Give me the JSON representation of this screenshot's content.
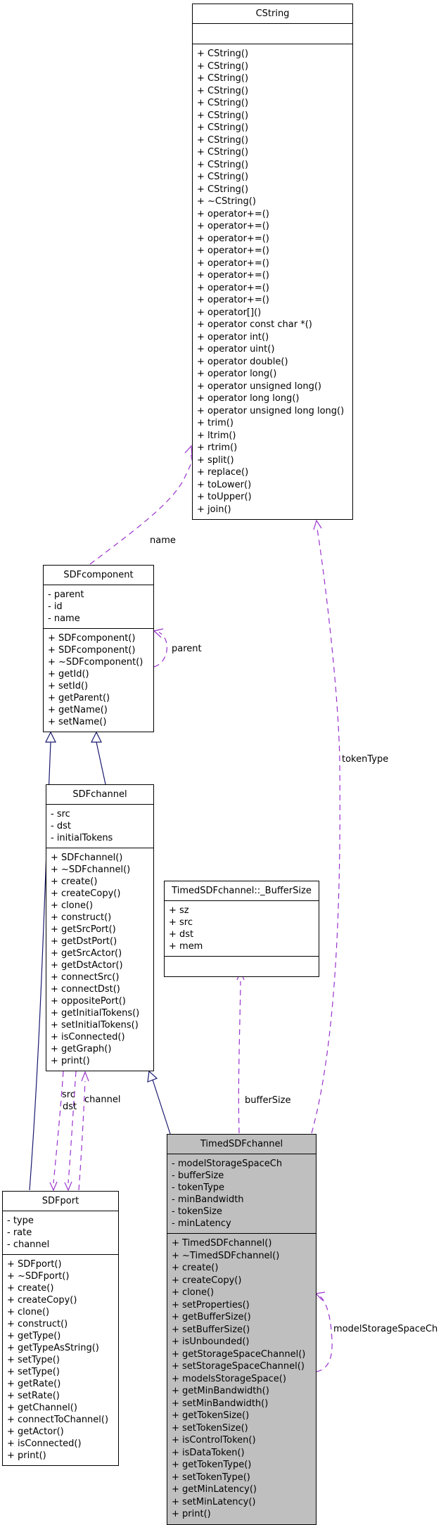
{
  "colors": {
    "usage_edge": "#9932CC",
    "inheritance_edge": "#191970",
    "highlight_node_fill": "#BFBFBF",
    "node_fill": "#FFFFFF",
    "node_border": "#000000"
  },
  "classes": {
    "cstring": {
      "name": "CString",
      "attributes": [],
      "methods": [
        "+ CString()",
        "+ CString()",
        "+ CString()",
        "+ CString()",
        "+ CString()",
        "+ CString()",
        "+ CString()",
        "+ CString()",
        "+ CString()",
        "+ CString()",
        "+ CString()",
        "+ CString()",
        "+ ~CString()",
        "+ operator+=()",
        "+ operator+=()",
        "+ operator+=()",
        "+ operator+=()",
        "+ operator+=()",
        "+ operator+=()",
        "+ operator+=()",
        "+ operator+=()",
        "+ operator[]()",
        "+ operator const char *()",
        "+ operator int()",
        "+ operator uint()",
        "+ operator double()",
        "+ operator long()",
        "+ operator unsigned long()",
        "+ operator long long()",
        "+ operator unsigned long long()",
        "+ trim()",
        "+ ltrim()",
        "+ rtrim()",
        "+ split()",
        "+ replace()",
        "+ toLower()",
        "+ toUpper()",
        "+ join()"
      ]
    },
    "sdfcomponent": {
      "name": "SDFcomponent",
      "attributes": [
        "- parent",
        "- id",
        "- name"
      ],
      "methods": [
        "+ SDFcomponent()",
        "+ SDFcomponent()",
        "+ ~SDFcomponent()",
        "+ getId()",
        "+ setId()",
        "+ getParent()",
        "+ getName()",
        "+ setName()"
      ]
    },
    "sdfchannel": {
      "name": "SDFchannel",
      "attributes": [
        "- src",
        "- dst",
        "- initialTokens"
      ],
      "methods": [
        "+ SDFchannel()",
        "+ ~SDFchannel()",
        "+ create()",
        "+ createCopy()",
        "+ clone()",
        "+ construct()",
        "+ getSrcPort()",
        "+ getDstPort()",
        "+ getSrcActor()",
        "+ getDstActor()",
        "+ connectSrc()",
        "+ connectDst()",
        "+ oppositePort()",
        "+ getInitialTokens()",
        "+ setInitialTokens()",
        "+ isConnected()",
        "+ getGraph()",
        "+ print()"
      ]
    },
    "buffersize": {
      "name": "TimedSDFchannel::_BufferSize",
      "attributes": [
        "+ sz",
        "+ src",
        "+ dst",
        "+ mem"
      ],
      "methods": []
    },
    "sdfport": {
      "name": "SDFport",
      "attributes": [
        "- type",
        "- rate",
        "- channel"
      ],
      "methods": [
        "+ SDFport()",
        "+ ~SDFport()",
        "+ create()",
        "+ createCopy()",
        "+ clone()",
        "+ construct()",
        "+ getType()",
        "+ getTypeAsString()",
        "+ setType()",
        "+ setType()",
        "+ getRate()",
        "+ setRate()",
        "+ getChannel()",
        "+ connectToChannel()",
        "+ getActor()",
        "+ isConnected()",
        "+ print()"
      ]
    },
    "timedsdfchannel": {
      "name": "TimedSDFchannel",
      "attributes": [
        "- modelStorageSpaceCh",
        "- bufferSize",
        "- tokenType",
        "- minBandwidth",
        "- tokenSize",
        "- minLatency"
      ],
      "methods": [
        "+ TimedSDFchannel()",
        "+ ~TimedSDFchannel()",
        "+ create()",
        "+ createCopy()",
        "+ clone()",
        "+ setProperties()",
        "+ getBufferSize()",
        "+ setBufferSize()",
        "+ isUnbounded()",
        "+ getStorageSpaceChannel()",
        "+ setStorageSpaceChannel()",
        "+ modelsStorageSpace()",
        "+ getMinBandwidth()",
        "+ setMinBandwidth()",
        "+ getTokenSize()",
        "+ setTokenSize()",
        "+ isControlToken()",
        "+ isDataToken()",
        "+ getTokenType()",
        "+ setTokenType()",
        "+ getMinLatency()",
        "+ setMinLatency()",
        "+ print()"
      ]
    }
  },
  "edge_labels": {
    "name": "name",
    "parent": "parent",
    "src": "src",
    "dst": "dst",
    "channel": "channel",
    "buffer_size": "bufferSize",
    "token_type": "tokenType",
    "model_storage_space_ch": "modelStorageSpaceCh"
  }
}
